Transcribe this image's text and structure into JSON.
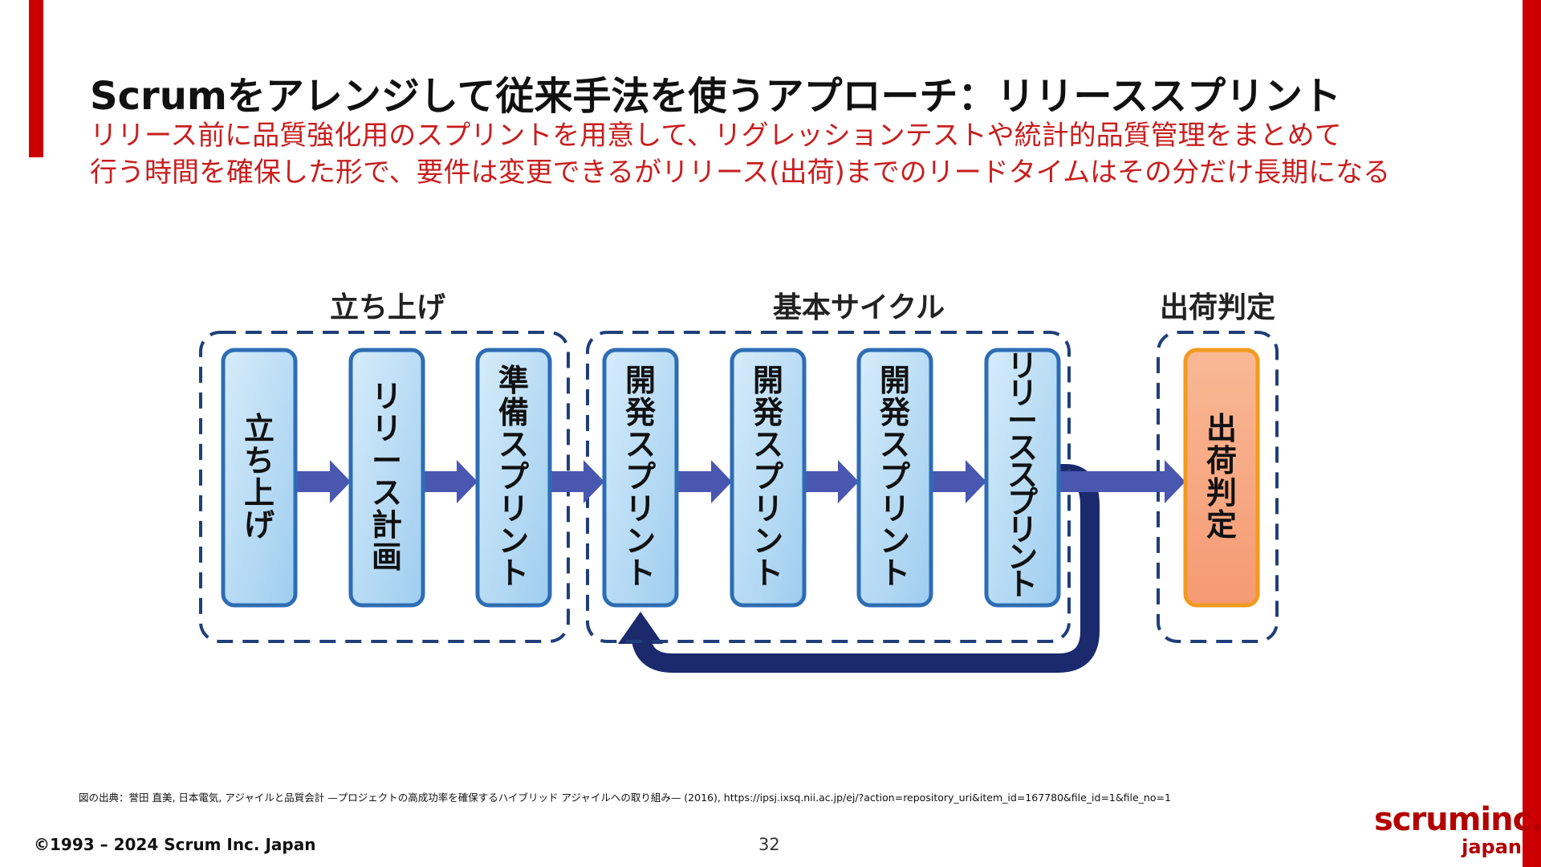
{
  "slide": {
    "title": "Scrumをアレンジして従来手法を使うアプローチ：リリーススプリント",
    "subtitle_lines": [
      "リリース前に品質強化用のスプリントを用意して、リグレッションテストや統計的品質管理をまとめて",
      "行う時間を確保した形で、要件は変更できるがリリース(出荷)までのリードタイムはその分だけ長期になる"
    ],
    "source_note": "図の出典：誉田 直美, 日本電気, アジャイルと品質会計 —プロジェクトの高成功率を確保するハイブリッド アジャイルへの取り組み— (2016), https://ipsj.ixsq.nii.ac.jp/ej/?action=repository_uri&item_id=167780&file_id=1&file_no=1",
    "copyright": "©1993 – 2024 Scrum Inc. Japan",
    "page_number": "32",
    "logo": {
      "main": "scruminc.",
      "sub": "japan"
    }
  },
  "colors": {
    "accent_red": "#cc0000",
    "subtitle_red": "#c81e1e",
    "box_border_blue": "#2e6db4",
    "box_fill_light": "#d6ecfa",
    "box_fill_dark": "#9ecdf0",
    "group_dash_navy": "#1f3f7a",
    "arrow_blue": "#4a57b0",
    "loop_navy": "#1a2a6c",
    "final_border_orange": "#f29a1f",
    "final_fill": "#f7a884"
  },
  "diagram": {
    "groups": [
      {
        "id": "startup",
        "label": "立ち上げ"
      },
      {
        "id": "cycle",
        "label": "基本サイクル"
      },
      {
        "id": "shipping",
        "label": "出荷判定"
      }
    ],
    "boxes": [
      {
        "id": "b1",
        "label": "立ち上げ",
        "group": "startup",
        "style": "blue"
      },
      {
        "id": "b2",
        "label": "リリース計画",
        "group": "startup",
        "style": "blue"
      },
      {
        "id": "b3",
        "label": "準備スプリント",
        "group": "startup",
        "style": "blue"
      },
      {
        "id": "b4",
        "label": "開発スプリント",
        "group": "cycle",
        "style": "blue"
      },
      {
        "id": "b5",
        "label": "開発スプリント",
        "group": "cycle",
        "style": "blue"
      },
      {
        "id": "b6",
        "label": "開発スプリント",
        "group": "cycle",
        "style": "blue"
      },
      {
        "id": "b7",
        "label": "リリーススプリント",
        "group": "cycle",
        "style": "blue"
      },
      {
        "id": "b8",
        "label": "出荷判定",
        "group": "shipping",
        "style": "orange"
      }
    ],
    "edges": [
      {
        "from": "b1",
        "to": "b2"
      },
      {
        "from": "b2",
        "to": "b3"
      },
      {
        "from": "b3",
        "to": "b4"
      },
      {
        "from": "b4",
        "to": "b5"
      },
      {
        "from": "b5",
        "to": "b6"
      },
      {
        "from": "b6",
        "to": "b7"
      },
      {
        "from": "b7",
        "to": "b8"
      },
      {
        "from": "b7",
        "to": "b4",
        "kind": "loop"
      }
    ]
  }
}
